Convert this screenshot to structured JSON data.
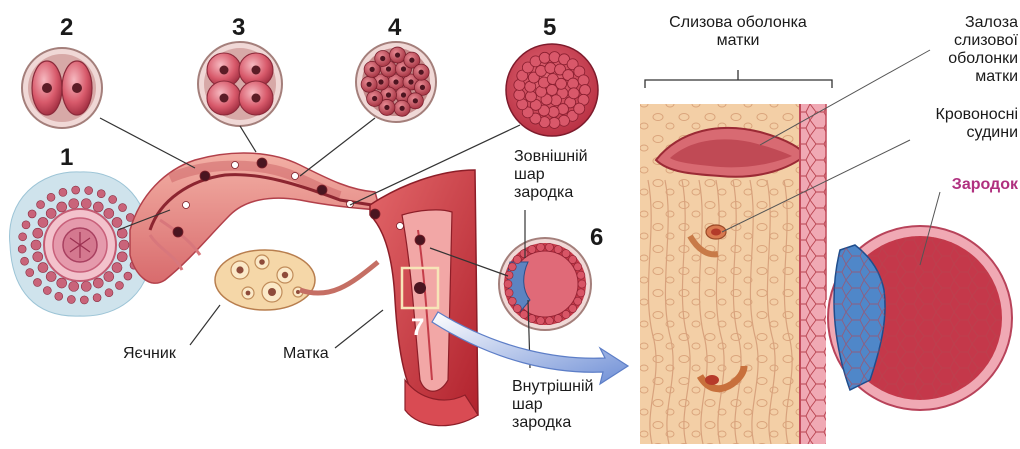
{
  "stages": {
    "s1": "1",
    "s2": "2",
    "s3": "3",
    "s4": "4",
    "s5": "5",
    "s6": "6",
    "s7": "7"
  },
  "labels": {
    "ovary": "Яєчник",
    "uterus": "Матка",
    "outer_layer_1": "Зовнішній",
    "outer_layer_2": "шар",
    "outer_layer_3": "зародка",
    "inner_layer_1": "Внутрішній",
    "inner_layer_2": "шар",
    "inner_layer_3": "зародка",
    "mucosa_1": "Слизова оболонка",
    "mucosa_2": "матки",
    "gland_1": "Залоза",
    "gland_2": "слизової",
    "gland_3": "оболонки",
    "gland_4": "матки",
    "vessels_1": "Кровоносні",
    "vessels_2": "судини",
    "embryo": "Зародок"
  },
  "colors": {
    "tissue": "#f3c9a4",
    "tissue_dark": "#e8a97f",
    "muscle": "#c8323a",
    "muscle_light": "#e06a6c",
    "cell": "#d9586a",
    "cell_light": "#f1a2ac",
    "inner_mass": "#3f7cc4",
    "embryo_text": "#b0307f",
    "arrow": "#6f8fd6",
    "background_halo": "#cfe3ec"
  }
}
